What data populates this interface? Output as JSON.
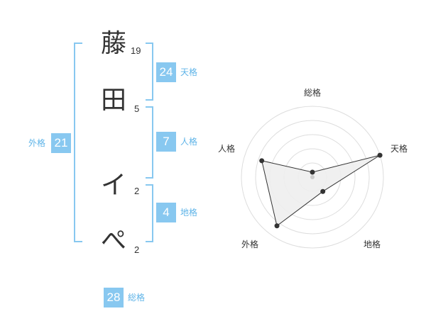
{
  "name": {
    "chars": [
      {
        "char": "藤",
        "strokes": "19"
      },
      {
        "char": "田",
        "strokes": "5"
      },
      {
        "char": "イ",
        "strokes": "2"
      },
      {
        "char": "ぺ",
        "strokes": "2"
      }
    ]
  },
  "kaku": {
    "tenkaku": {
      "value": "24",
      "label": "天格"
    },
    "jinkaku": {
      "value": "7",
      "label": "人格"
    },
    "chikaku": {
      "value": "4",
      "label": "地格"
    },
    "gaikaku": {
      "value": "21",
      "label": "外格"
    },
    "soukaku": {
      "value": "28",
      "label": "総格"
    }
  },
  "radar": {
    "axes": [
      "総格",
      "天格",
      "地格",
      "外格",
      "人格"
    ],
    "values": [
      0.07,
      1.0,
      0.25,
      0.85,
      0.75
    ],
    "fill": "#eeeeee",
    "line": "#333333",
    "ring_color": "#dddddd"
  },
  "colors": {
    "accent": "#88c8f0",
    "accent_text": "#5fb4e8"
  }
}
